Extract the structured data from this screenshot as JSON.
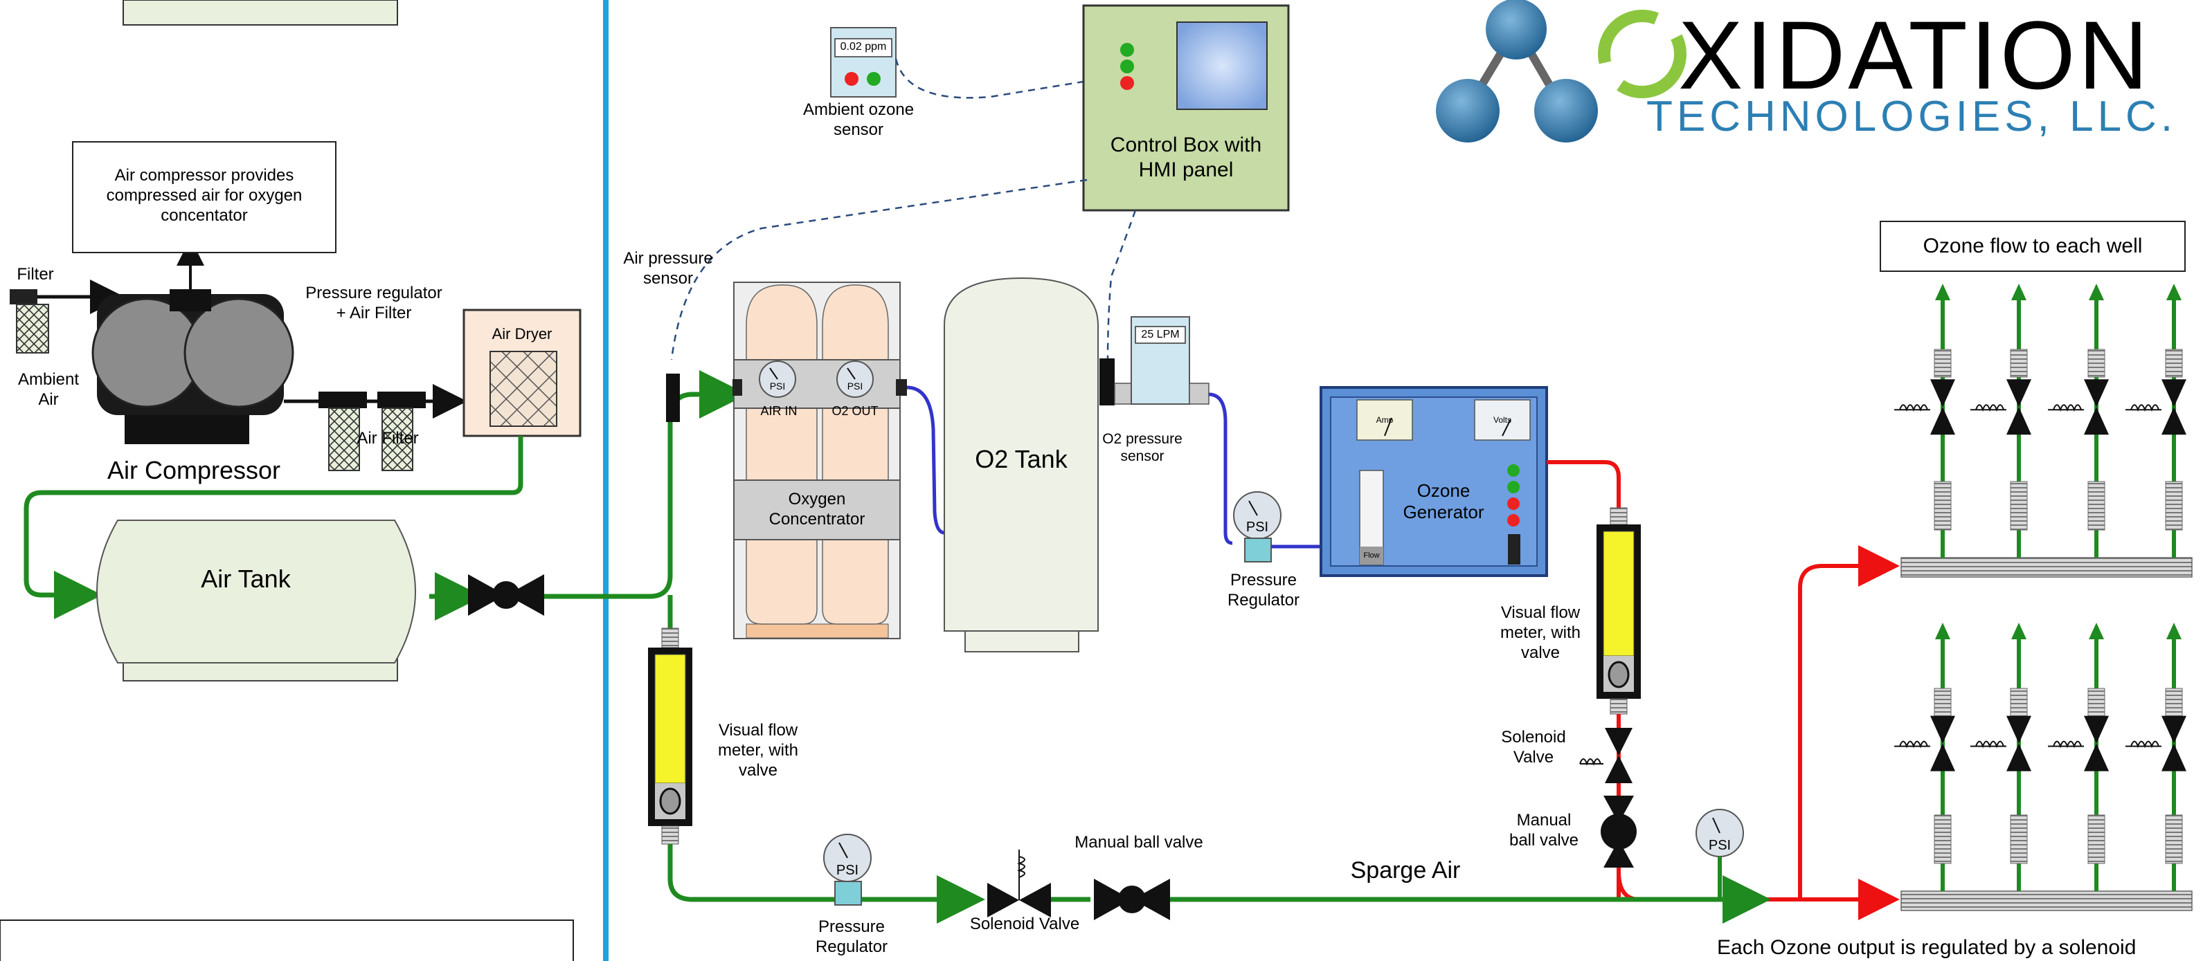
{
  "logo": {
    "word": "XIDATION",
    "sub": "TECHNOLOGIES, LLC."
  },
  "labels": {
    "filter": "Filter",
    "ambient_air": "Ambient\nAir",
    "air_compressor_note": "Air compressor provides compressed air for oxygen concentator",
    "pressure_regulator_air_filter": "Pressure regulator\n+ Air Filter",
    "air_filter": "Air Filter",
    "air_dryer": "Air Dryer",
    "air_compressor": "Air Compressor",
    "air_tank": "Air Tank",
    "ambient_ozone_sensor": "Ambient ozone\nsensor",
    "ozone_reading": "0.02 ppm",
    "control_box": "Control Box with\nHMI panel",
    "air_pressure_sensor": "Air pressure\nsensor",
    "air_in": "AIR IN",
    "o2_out": "O2 OUT",
    "psi": "PSI",
    "oxygen_concentrator": "Oxygen\nConcentrator",
    "o2_tank": "O2 Tank",
    "flow_reading": "25 LPM",
    "o2_pressure_sensor": "O2 pressure\nsensor",
    "pressure_regulator": "Pressure\nRegulator",
    "amp": "Amp",
    "volts": "Volts",
    "ozone_generator": "Ozone\nGenerator",
    "flow": "Flow",
    "visual_flow_meter": "Visual flow\nmeter, with\nvalve",
    "solenoid_valve_stacked": "Solenoid\nValve",
    "manual_ball_valve_stacked": "Manual\nball valve",
    "manual_ball_valve": "Manual ball valve",
    "solenoid_valve": "Solenoid Valve",
    "sparge_air": "Sparge Air",
    "ozone_flow_each_well": "Ozone flow to each well",
    "ozone_output_note": "Each Ozone output is regulated by a solenoid"
  },
  "colors": {
    "green_line": "#1f8a1f",
    "red_line": "#ee1111",
    "blue_line": "#3333cc",
    "divider": "#1ea4dc",
    "control_box": "#c6dba5",
    "ozone_generator": "#5b8fd6",
    "air_tank": "#e9f0de",
    "o2_tank": "#eef2e6",
    "air_dryer": "#fbe8d8",
    "logo_ball": "#2c7fb3",
    "logo_ring": "#8cc63f"
  }
}
